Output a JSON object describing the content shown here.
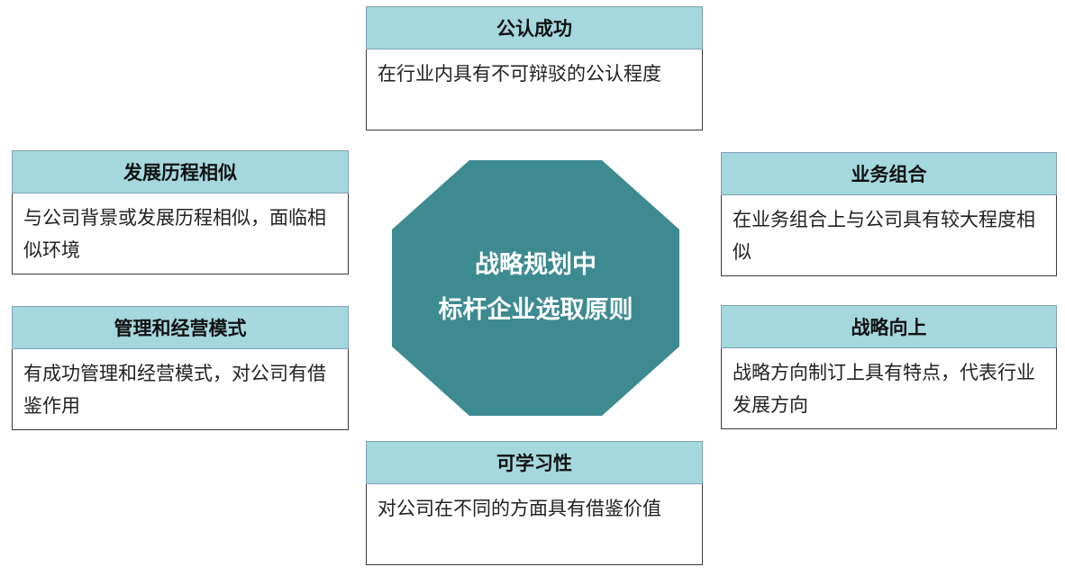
{
  "center": {
    "line1": "战略规划中",
    "line2": "标杆企业选取原则",
    "fill_color": "#3d8b91"
  },
  "header_color": "#a4d8dc",
  "cards": {
    "top": {
      "title": "公认成功",
      "text": "在行业内具有不可辩驳的公认程度"
    },
    "left_1": {
      "title": "发展历程相似",
      "text": "与公司背景或发展历程相似，面临相似环境"
    },
    "left_2": {
      "title": "管理和经营模式",
      "text": "有成功管理和经营模式，对公司有借鉴作用"
    },
    "right_1": {
      "title": "业务组合",
      "text": "在业务组合上与公司具有较大程度相似"
    },
    "right_2": {
      "title": "战略向上",
      "text": "战略方向制订上具有特点，代表行业发展方向"
    },
    "bottom": {
      "title": "可学习性",
      "text": "对公司在不同的方面具有借鉴价值"
    }
  }
}
